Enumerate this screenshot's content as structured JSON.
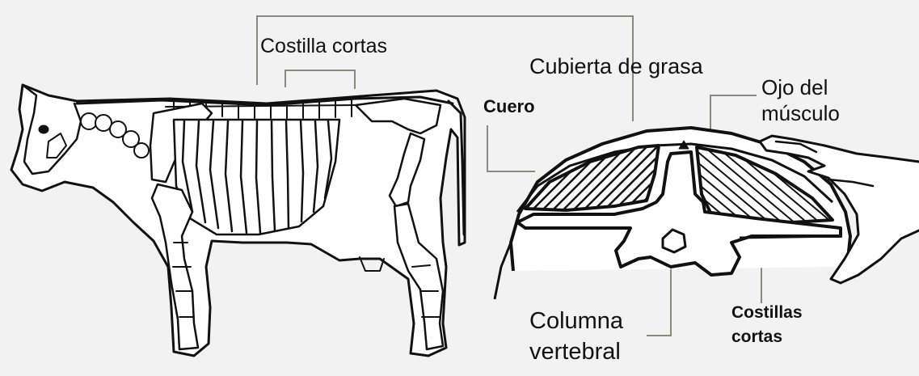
{
  "labels": {
    "costilla_cortas": "Costilla cortas",
    "cubierta_de_grasa": "Cubierta de grasa",
    "ojo_del_musculo_line1": "Ojo del",
    "ojo_del_musculo_line2": "músculo",
    "cuero": "Cuero",
    "columna_vertebral_line1": "Columna",
    "columna_vertebral_line2": "vertebral",
    "costillas_cortas_line1": "Costillas",
    "costillas_cortas_line2": "cortas"
  },
  "colors": {
    "background": "#f2f2f2",
    "ink": "#111111",
    "fill": "#ffffff",
    "leader_line": "#8a8a7a"
  },
  "icons": {
    "cow": "cow-skeleton-illustration",
    "cross_section": "loin-cross-section-illustration",
    "hand": "hand-illustration"
  }
}
